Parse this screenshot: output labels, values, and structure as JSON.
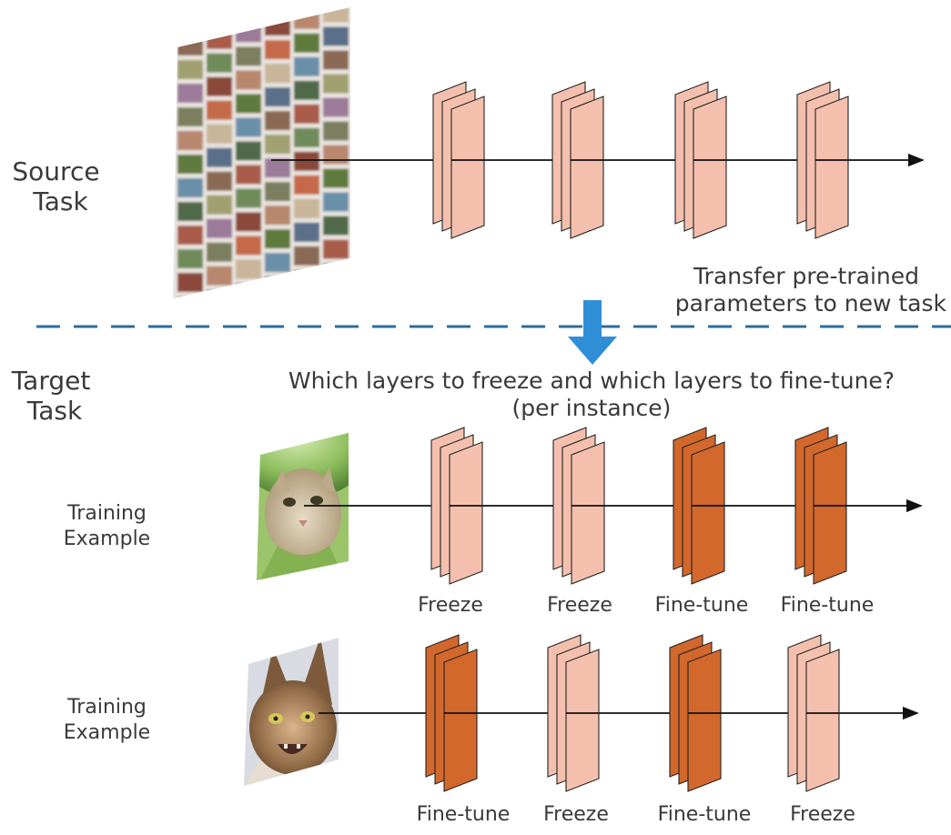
{
  "source": {
    "label_line1": "Source",
    "label_line2": "Task"
  },
  "transfer": {
    "line1": "Transfer pre-trained",
    "line2": "parameters to new task"
  },
  "target": {
    "label_line1": "Target",
    "label_line2": "Task",
    "question_line1": "Which layers to freeze and which layers to fine-tune?",
    "question_line2": "(per instance)"
  },
  "examples": [
    {
      "label_line1": "Training",
      "label_line2": "Example",
      "image_icon": "cat-wearing-melon-hat-photo",
      "actions": [
        "Freeze",
        "Freeze",
        "Fine-tune",
        "Fine-tune"
      ]
    },
    {
      "label_line1": "Training",
      "label_line2": "Example",
      "image_icon": "maine-coon-cat-photo",
      "actions": [
        "Fine-tune",
        "Freeze",
        "Fine-tune",
        "Freeze"
      ]
    }
  ],
  "source_image_icon": "image-dataset-grid",
  "colors": {
    "frozen_layer": "#f4c0ad",
    "finetune_layer": "#d2682c",
    "layer_stroke": "#222222",
    "divider": "#2e6c9c",
    "transfer_arrow": "#2f8fd6"
  }
}
